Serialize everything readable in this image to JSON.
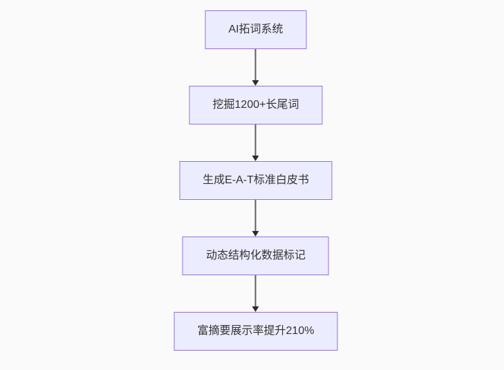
{
  "diagram": {
    "type": "flowchart",
    "direction": "top-down",
    "nodes": [
      {
        "id": "A",
        "label": "AI拓词系统"
      },
      {
        "id": "B",
        "label": "挖掘1200+长尾词"
      },
      {
        "id": "C",
        "label": "生成E-A-T标准白皮书"
      },
      {
        "id": "D",
        "label": "动态结构化数据标记"
      },
      {
        "id": "E",
        "label": "富摘要展示率提升210%"
      }
    ],
    "edges": [
      {
        "from": "A",
        "to": "B"
      },
      {
        "from": "B",
        "to": "C"
      },
      {
        "from": "C",
        "to": "D"
      },
      {
        "from": "D",
        "to": "E"
      }
    ],
    "colors": {
      "node_fill": "#ececff",
      "node_border": "#9370db",
      "node_text": "#333333",
      "edge_line": "#5e5e5e",
      "arrowhead": "#2b2b2b",
      "background": "#fafafa"
    }
  }
}
